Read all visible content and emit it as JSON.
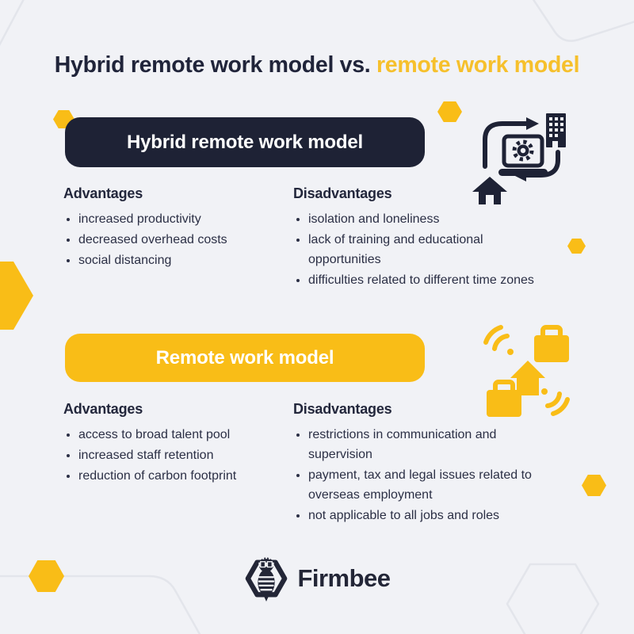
{
  "title": {
    "prefix": "Hybrid remote work model vs. ",
    "highlight": "remote work model"
  },
  "colors": {
    "background": "#f1f2f6",
    "navy": "#1e2235",
    "yellow": "#f9bd17",
    "title_highlight": "#f6c02c",
    "body_text": "#2b2f45"
  },
  "sections": [
    {
      "banner": "Hybrid remote work model",
      "icon": "hybrid-home-office-cycle-icon",
      "advantages_heading": "Advantages",
      "disadvantages_heading": "Disadvantages",
      "advantages": [
        "increased productivity",
        "decreased overhead costs",
        "social distancing"
      ],
      "disadvantages": [
        "isolation and loneliness",
        "lack of training and educational opportunities",
        "difficulties related to different time zones"
      ]
    },
    {
      "banner": "Remote work model",
      "icon": "remote-connectivity-icon",
      "advantages_heading": "Advantages",
      "disadvantages_heading": "Disadvantages",
      "advantages": [
        "access to broad talent pool",
        "increased staff retention",
        "reduction of carbon footprint"
      ],
      "disadvantages": [
        "restrictions in communication and supervision",
        "payment, tax and legal issues related to overseas employment",
        "not applicable to all jobs and roles"
      ]
    }
  ],
  "footer": {
    "brand": "Firmbee"
  }
}
